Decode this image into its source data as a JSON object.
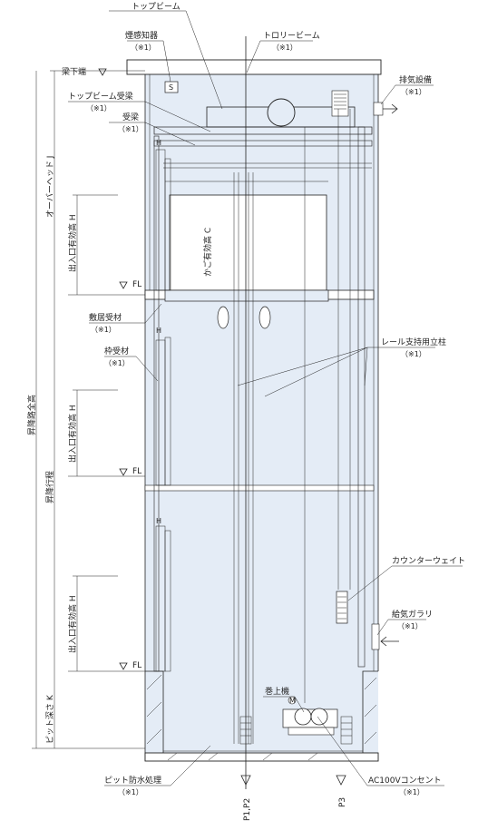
{
  "labels": {
    "top_beam": "トップビーム",
    "smoke_detector": "煙感知器",
    "smoke_detector_note": "（※1）",
    "smoke_detector_mark": "S",
    "trolley_beam": "トロリービーム",
    "trolley_beam_note": "（※1）",
    "beam_bottom": "梁下端",
    "top_beam_support": "トップビーム受梁",
    "top_beam_support_note": "（※1）",
    "support_beam": "受梁",
    "support_beam_note": "（※1）",
    "exhaust": "排気設備",
    "exhaust_note": "（※1）",
    "overhead": "オーバーヘッド J",
    "door_height_1": "出入口有効高 H",
    "door_height_2": "出入口有効高 H",
    "door_height_3": "出入口有効高 H",
    "car_height": "かご有効高 C",
    "fl_1": "FL",
    "fl_2": "FL",
    "fl_3": "FL",
    "sill_support": "敷居受材",
    "sill_support_note": "（※1）",
    "frame_support": "枠受材",
    "frame_support_note": "（※1）",
    "rail_post": "レール支持用立柱",
    "rail_post_note": "（※1）",
    "shaft_total_height": "昇降路全高",
    "travel": "昇降行程",
    "counterweight": "カウンターウェイト",
    "intake": "給気ガラリ",
    "intake_note": "（※1）",
    "hoist": "巻上機",
    "pit_depth": "ピット深さ K",
    "pit_waterproof": "ピット防水処理",
    "pit_waterproof_note": "（※1）",
    "outlet": "AC100Vコンセント",
    "outlet_note": "（※1）",
    "p1p2": "P1,P2",
    "p3": "P3",
    "h_mark_1": "H",
    "h_mark_2": "H",
    "h_mark_3": "H",
    "motor_mark": "M"
  },
  "colors": {
    "shaft_fill": "#e4ecf6",
    "line": "#222222",
    "wall_fill": "#ffffff"
  }
}
